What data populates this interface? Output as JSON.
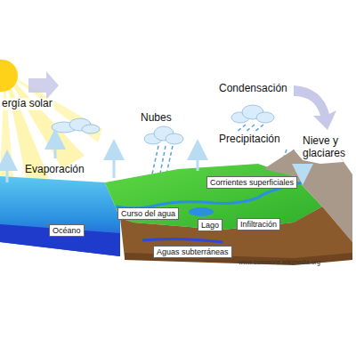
{
  "diagram": {
    "labels": [
      "ergía solar",
      "Nubes",
      "Condensación",
      "Precipitación",
      "Nieve y glaciares",
      "Evaporación",
      "Corrientes superficiales",
      "Curso del agua",
      "Lago",
      "Infiltración",
      "Océano",
      "Aguas subterráneas",
      "www.commons.wikimedia.org"
    ]
  }
}
